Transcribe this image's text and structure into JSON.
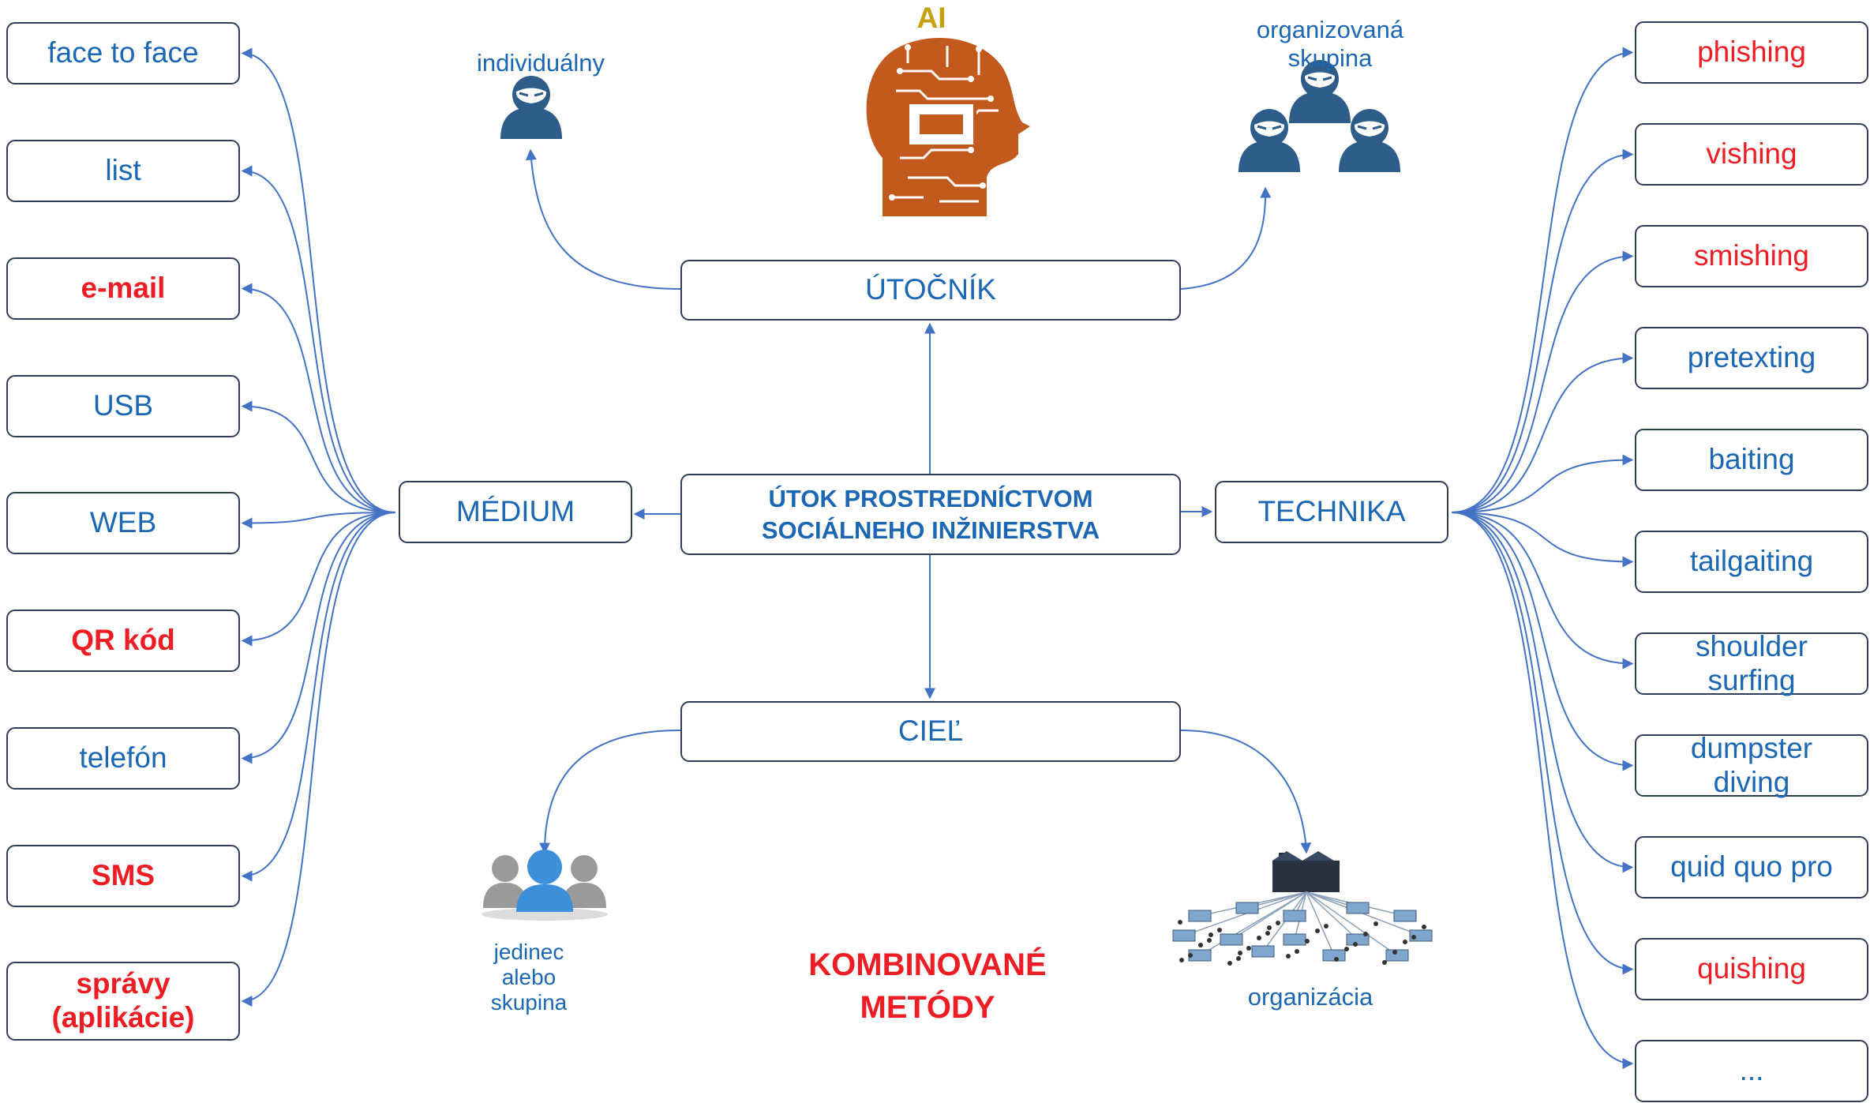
{
  "center": "ÚTOK PROSTREDNÍCTVOM\nSOCIÁLNEHO INŽINIERSTVA",
  "attacker": {
    "label": "ÚTOČNÍK",
    "individual": "individuálny",
    "group": "organizovaná\nskupina",
    "ai": "AI"
  },
  "target": {
    "label": "CIEĽ",
    "person": "jedinec\nalebo\nskupina",
    "organization": "organizácia"
  },
  "medium": {
    "label": "MÉDIUM",
    "items": [
      {
        "text": "face to face",
        "highlight": false
      },
      {
        "text": "list",
        "highlight": false
      },
      {
        "text": "e-mail",
        "highlight": true
      },
      {
        "text": "USB",
        "highlight": false
      },
      {
        "text": "WEB",
        "highlight": false
      },
      {
        "text": "QR kód",
        "highlight": true
      },
      {
        "text": "telefón",
        "highlight": false
      },
      {
        "text": "SMS",
        "highlight": true
      },
      {
        "text": "správy\n(aplikácie)",
        "highlight": true
      }
    ]
  },
  "technique": {
    "label": "TECHNIKA",
    "items": [
      {
        "text": "phishing",
        "highlight": true
      },
      {
        "text": "vishing",
        "highlight": true
      },
      {
        "text": "smishing",
        "highlight": true
      },
      {
        "text": "pretexting",
        "highlight": false
      },
      {
        "text": "baiting",
        "highlight": false
      },
      {
        "text": "tailgaiting",
        "highlight": false
      },
      {
        "text": "shoulder\nsurfing",
        "highlight": false
      },
      {
        "text": "dumpster\ndiving",
        "highlight": false
      },
      {
        "text": "quid quo pro",
        "highlight": false
      },
      {
        "text": "quishing",
        "highlight": true
      },
      {
        "text": "...",
        "highlight": false
      }
    ]
  },
  "combined": "KOMBINOVANÉ\nMETÓDY",
  "colors": {
    "text_blue": "#1b67b4",
    "text_red": "#ee1c23",
    "arrow": "#4472c4",
    "border": "#2e3e59",
    "ai_gold": "#c6a10b",
    "ai_circuit": "#c35a1d",
    "hacker": "#2f5d8a"
  },
  "icons": {
    "hacker": "hacker-icon",
    "ai_head": "ai-circuit-head-icon",
    "people": "people-group-icon",
    "network": "organization-network-icon"
  }
}
